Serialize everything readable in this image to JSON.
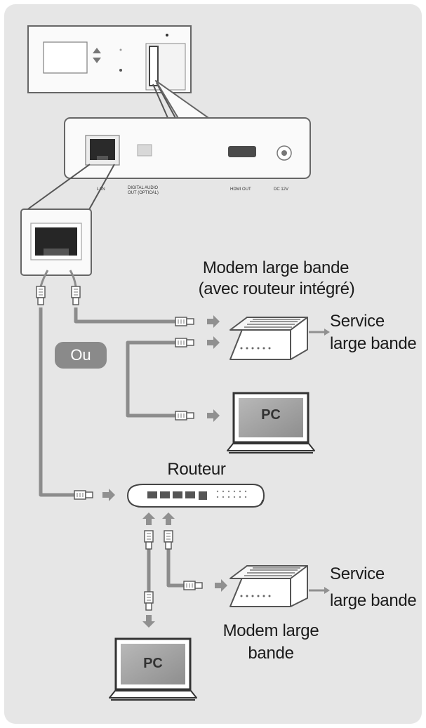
{
  "labels": {
    "modem_top_line1": "Modem large bande",
    "modem_top_line2": "(avec routeur intégré)",
    "service_top_line1": "Service",
    "service_top_line2": "large bande",
    "ou": "Ou",
    "routeur": "Routeur",
    "service_bottom_line1": "Service",
    "service_bottom_line2": "large bande",
    "modem_bottom_line1": "Modem large",
    "modem_bottom_line2": "bande",
    "pc": "PC"
  },
  "port_labels": {
    "lan": "LAN",
    "digital_audio_line1": "DIGITAL AUDIO",
    "digital_audio_line2": "OUT (OPTICAL)",
    "hdmi_out": "HDMI OUT",
    "dc": "DC 12V"
  },
  "colors": {
    "background": "#e6e6e6",
    "cable": "#8c8c8c",
    "arrow": "#909090",
    "device_fill": "#ffffff",
    "device_stroke": "#555555"
  }
}
